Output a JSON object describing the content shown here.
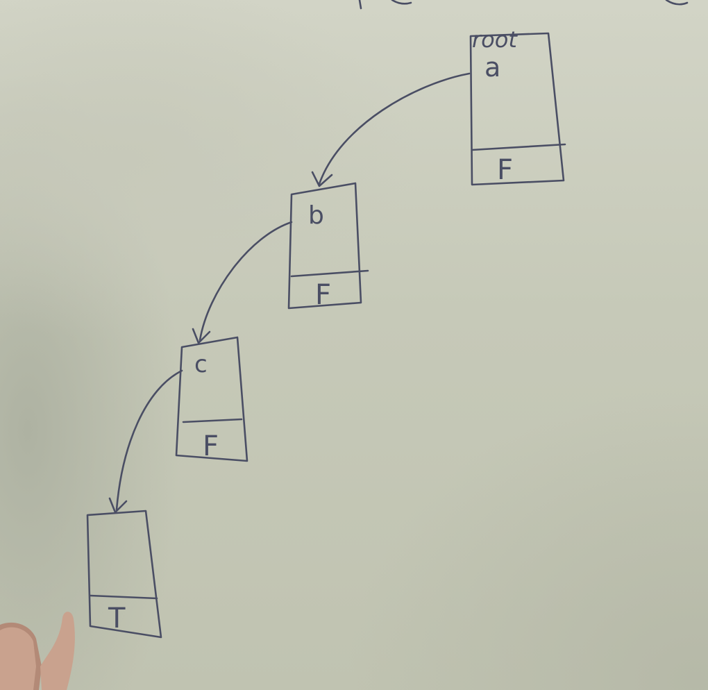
{
  "heading_partial": "Trie",
  "root_label": "root",
  "nodes": [
    {
      "char": "a",
      "flag": "F"
    },
    {
      "char": "b",
      "flag": "F"
    },
    {
      "char": "c",
      "flag": "F"
    },
    {
      "char": "",
      "flag": "T"
    }
  ],
  "colors": {
    "ink": "#4a4e64",
    "board": "#cbcdbf"
  }
}
